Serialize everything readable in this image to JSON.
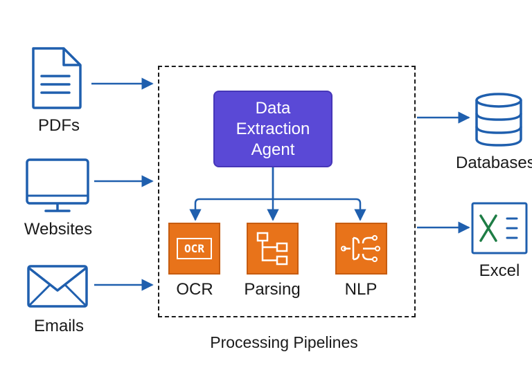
{
  "sources": [
    {
      "label": "PDFs",
      "icon": "document-icon"
    },
    {
      "label": "Websites",
      "icon": "monitor-icon"
    },
    {
      "label": "Emails",
      "icon": "envelope-icon"
    }
  ],
  "agent": {
    "lines": [
      "Data",
      "Extraction",
      "Agent"
    ]
  },
  "stages": [
    {
      "label": "OCR",
      "icon": "ocr-icon",
      "badge": "OCR"
    },
    {
      "label": "Parsing",
      "icon": "flowchart-icon"
    },
    {
      "label": "NLP",
      "icon": "circuit-icon"
    }
  ],
  "pipeline_label": "Processing Pipelines",
  "outputs": [
    {
      "label": "Databases",
      "icon": "database-icon"
    },
    {
      "label": "Excel",
      "icon": "excel-icon"
    }
  ],
  "colors": {
    "icon_blue": "#1f5fae",
    "agent_purple": "#5a49d6",
    "stage_orange": "#e8731a",
    "excel_green": "#1e7d45"
  }
}
